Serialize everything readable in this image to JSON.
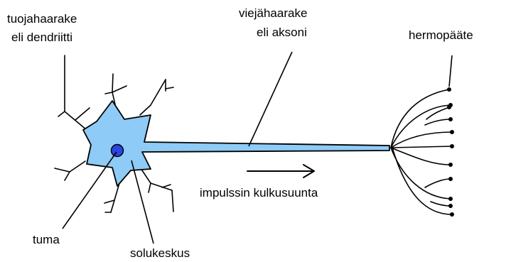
{
  "labels": {
    "dendrite_line1": "tuojahaarake",
    "dendrite_line2": "eli dendriitti",
    "axon_line1": "viejähaarake",
    "axon_line2": "eli aksoni",
    "terminal": "hermopääte",
    "direction": "impulssin kulkusuunta",
    "nucleus": "tuma",
    "cell_body": "solukeskus"
  },
  "colors": {
    "cell_fill": "#8ecbf7",
    "nucleus_fill": "#2a45e0",
    "stroke": "#000000"
  }
}
